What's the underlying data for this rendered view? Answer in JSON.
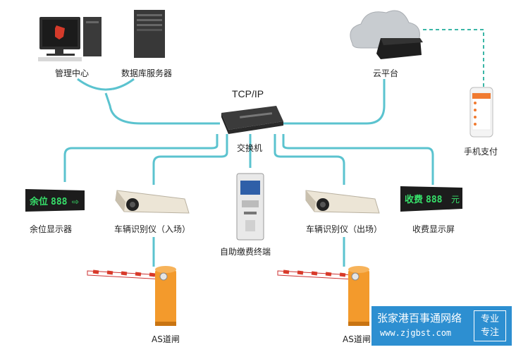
{
  "protocol_label": "TCP/IP",
  "nodes": {
    "management_center": "管理中心",
    "database_server": "数据库服务器",
    "cloud_platform": "云平台",
    "mobile_payment": "手机支付",
    "switch": "交换机",
    "spaces_display": "余位显示器",
    "plate_recognizer_entry": "车辆识别仪（入场）",
    "self_service_terminal": "自助缴费终端",
    "plate_recognizer_exit": "车辆识别仪（出场）",
    "fee_display": "收费显示屏",
    "barrier_entry": "AS道闸",
    "barrier_exit": "AS道闸"
  },
  "displays": {
    "spaces_text": "余位",
    "spaces_digits": "888",
    "fee_text": "收费",
    "fee_digits": "888",
    "fee_unit": "元"
  },
  "watermark": {
    "company": "张家港百事通网络",
    "url": "www.zjgbst.com",
    "badge_line1": "专业",
    "badge_line2": "专注"
  },
  "colors": {
    "link": "#5bc3cf",
    "barrier_orange": "#f39a2c",
    "led_green": "#37e06a",
    "watermark_blue": "#2d8fd1"
  }
}
